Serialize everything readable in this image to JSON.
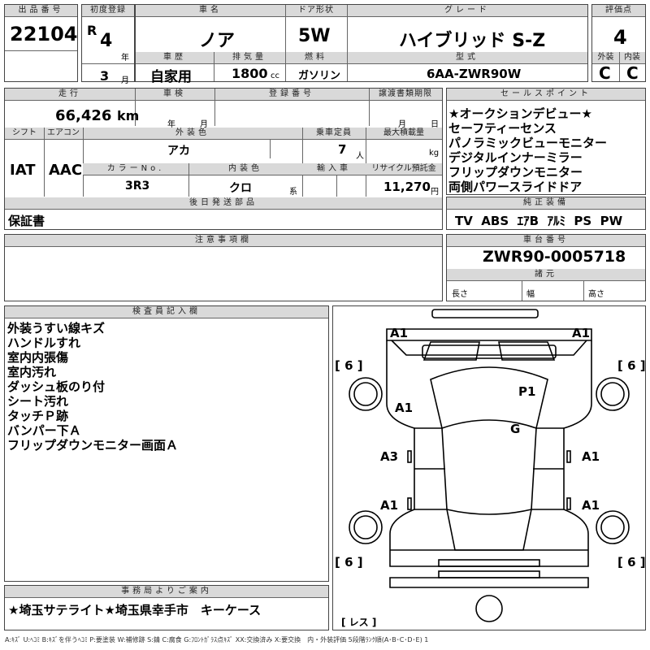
{
  "header": {
    "lot_label": "出品番号",
    "lot": "22104",
    "first_reg_label": "初度登録",
    "era": "R",
    "year": "4",
    "year_unit": "年",
    "month": "3",
    "month_unit": "月",
    "name_label": "車名",
    "name": "ノア",
    "doors_label": "ドア形状",
    "doors": "5W",
    "grade_label": "グレード",
    "grade": "ハイブリッド S-Z",
    "score_label": "評価点",
    "score": "4",
    "history_label": "車歴",
    "history": "自家用",
    "displacement_label": "排気量",
    "displacement": "1800",
    "cc": "cc",
    "fuel_label": "燃料",
    "fuel": "ガソリン",
    "model_label": "型式",
    "model": "6AA-ZWR90W",
    "ext_label": "外装",
    "ext_grade": "C",
    "int_label": "内装",
    "int_grade": "C"
  },
  "row2": {
    "mileage_label": "走行",
    "mileage": "66,426",
    "km": "km",
    "inspection_label": "車検",
    "year_unit": "年",
    "month_unit": "月",
    "reg_no_label": "登録番号",
    "transfer_label": "譲渡書類期限",
    "transfer_m": "月",
    "transfer_d": "日",
    "shift_label": "シフト",
    "shift": "IAT",
    "ac_label": "エアコン",
    "ac": "AAC",
    "color_label": "外装色",
    "color": "アカ",
    "seats_label": "乗車定員",
    "seats": "7",
    "seats_unit": "人",
    "load_label": "最大積載量",
    "load_unit": "kg",
    "color_no_label": "カラーNo.",
    "color_no": "3R3",
    "int_color_label": "内装色",
    "int_color": "クロ",
    "int_color_suffix": "系",
    "import_label": "輸入車",
    "recycle_label": "リサイクル預託金",
    "recycle": "11,270",
    "yen": "円",
    "later_label": "後日発送部品",
    "later": "保証書"
  },
  "sales": {
    "label": "セールスポイント",
    "items": [
      "★オークションデビュー★",
      "セーフティーセンス",
      "パノラミックビューモニター",
      "デジタルインナーミラー",
      "フリップダウンモニター",
      "両側パワースライドドア"
    ]
  },
  "equipment": {
    "label": "純正装備",
    "items": "TV  ABS  ｴｱB  ｱﾙﾐ  PS  PW"
  },
  "caution": {
    "label": "注意事項欄"
  },
  "chassis": {
    "label": "車台番号",
    "value": "ZWR90-0005718",
    "dims_label": "諸元",
    "length": "長さ",
    "width": "幅",
    "height": "高さ"
  },
  "inspector": {
    "label": "検査員記入欄",
    "notes": [
      "外装うすい線キズ",
      "ハンドルすれ",
      "室内内張傷",
      "室内汚れ",
      "ダッシュ板のり付",
      "シート汚れ",
      "タッチＰ跡",
      "バンパー下Ａ",
      "フリップダウンモニター画面Ａ"
    ]
  },
  "office": {
    "label": "事務局よりご案内",
    "text": "★埼玉サテライト★埼玉県幸手市　キーケース"
  },
  "diagram": {
    "marks": {
      "a1_tl": "A1",
      "a1_tr": "A1",
      "p1": "P1",
      "a1_l": "A1",
      "g": "G",
      "a3": "A3",
      "a1_r": "A1",
      "a1_bl": "A1",
      "a1_br": "A1"
    },
    "tires": {
      "fl": "[ 6 ]",
      "fr": "[ 6 ]",
      "rl": "[ 6 ]",
      "rr": "[ 6 ]"
    },
    "spare": "[ レス ]"
  },
  "legend": "A:ｷｽﾞ U:ﾍｺﾐ B:ｷｽﾞを伴うﾍｺﾐ P:要塗装 W:補修跡 S:錆 C:腐食 G:ﾌﾛﾝﾄｶﾞﾗｽ点ｷｽﾞ XX:交換済み X:要交換　内・外装評価 5段階ﾗﾝｸ順(A･B･C･D･E) 1"
}
